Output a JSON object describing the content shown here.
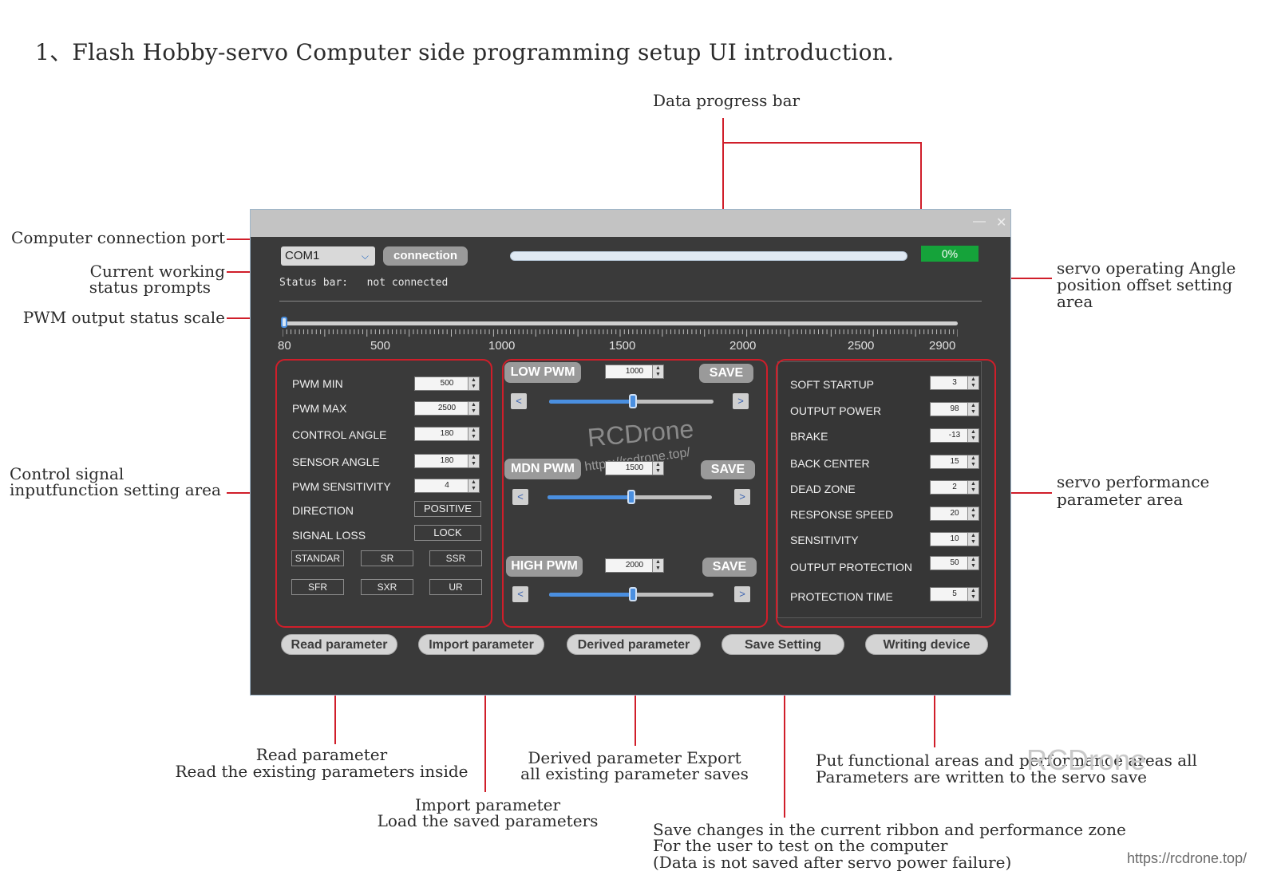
{
  "page_title": "1、Flash Hobby-servo Computer side programming setup UI introduction.",
  "annotations": {
    "data_progress_bar": "Data progress bar",
    "computer_connection_port": "Computer connection port",
    "current_status_1": "Current working",
    "current_status_2": "status prompts",
    "pwm_scale": "PWM output status scale",
    "control_signal_1": "Control signal",
    "control_signal_2": "inputfunction setting area",
    "angle_offset_1": "servo operating Angle",
    "angle_offset_2": "position offset setting",
    "angle_offset_3": "area",
    "performance_1": "servo performance",
    "performance_2": "parameter area",
    "read_1": "Read parameter",
    "read_2": "Read the existing parameters inside",
    "import_1": "Import parameter",
    "import_2": "Load the saved parameters",
    "derived_1": "Derived parameter Export",
    "derived_2": "all existing parameter saves",
    "save_1": "Save changes in the current ribbon and performance zone",
    "save_2": "For the user to test on the computer",
    "save_3": "(Data is not saved after servo power failure)",
    "write_1": "Put functional areas and performance areas all",
    "write_2": "Parameters are written to the servo save"
  },
  "window": {
    "minimize_glyph": "—",
    "close_glyph": "✕",
    "port": "COM1",
    "connection_button": "connection",
    "progress_percent_value": 0,
    "progress_label": "0%",
    "status_label": "Status bar:",
    "status_value": "not connected",
    "scale": {
      "min": 80,
      "max": 2900,
      "current": 80,
      "labels": [
        "80",
        "500",
        "1000",
        "1500",
        "2000",
        "2500",
        "2900"
      ]
    },
    "control_signal": {
      "rows": [
        {
          "label": "PWM MIN",
          "value": "500"
        },
        {
          "label": "PWM MAX",
          "value": "2500"
        },
        {
          "label": "CONTROL ANGLE",
          "value": "180"
        },
        {
          "label": "SENSOR ANGLE",
          "value": "180"
        },
        {
          "label": "PWM SENSITIVITY",
          "value": "4"
        }
      ],
      "direction_label": "DIRECTION",
      "direction_value": "POSITIVE",
      "signal_loss_label": "SIGNAL LOSS",
      "signal_loss_value": "LOCK",
      "modes": [
        "STANDAR",
        "SR",
        "SSR",
        "SFR",
        "SXR",
        "UR"
      ]
    },
    "pwm_offset": {
      "save_label": "SAVE",
      "left_glyph": "<",
      "right_glyph": ">",
      "low": {
        "label": "LOW PWM",
        "value": "1000"
      },
      "mid": {
        "label": "MDN PWM",
        "value": "1500"
      },
      "high": {
        "label": "HIGH PWM",
        "value": "2000"
      },
      "watermark": "RCDrone",
      "watermark_url": "https://rcdrone.top/"
    },
    "performance": {
      "rows": [
        {
          "label": "SOFT STARTUP",
          "value": "3"
        },
        {
          "label": "OUTPUT POWER",
          "value": "98"
        },
        {
          "label": "BRAKE",
          "value": "-13"
        },
        {
          "label": "BACK CENTER",
          "value": "15"
        },
        {
          "label": "DEAD ZONE",
          "value": "2"
        },
        {
          "label": "RESPONSE SPEED",
          "value": "20"
        },
        {
          "label": "SENSITIVITY",
          "value": "10"
        },
        {
          "label": "OUTPUT PROTECTION",
          "value": "50"
        },
        {
          "label": "PROTECTION TIME",
          "value": "5"
        }
      ]
    },
    "actions": {
      "read": "Read parameter",
      "import": "Import parameter",
      "derived": "Derived parameter",
      "save": "Save Setting",
      "write": "Writing device"
    }
  },
  "footer_watermark": "RCDrone",
  "footer_url": "https://rcdrone.top/",
  "colors": {
    "annotation_red": "#d01e2a",
    "window_bg": "#3a3a3a",
    "progress_green": "#15a33a",
    "accent_blue": "#4a8fe0"
  }
}
